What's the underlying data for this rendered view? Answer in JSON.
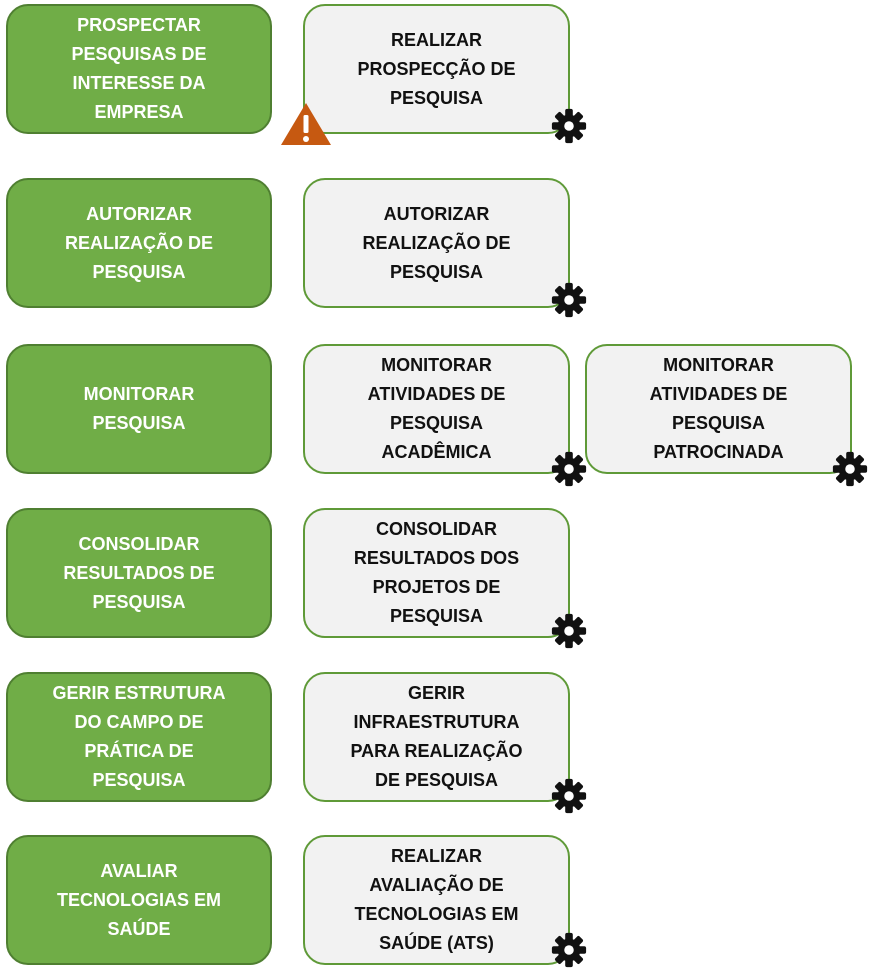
{
  "colors": {
    "process_fill": "#70ad47",
    "process_border": "#4f7f31",
    "activity_fill": "#f2f2f2",
    "activity_border": "#5f9a38",
    "warning": "#c65911"
  },
  "rows": [
    {
      "process": "PROSPECTAR\nPESQUISAS DE\nINTERESSE DA\nEMPRESA",
      "activities": [
        "REALIZAR\nPROSPECÇÃO DE\nPESQUISA"
      ],
      "warning_icon": "warning-triangle-icon"
    },
    {
      "process": "AUTORIZAR\nREALIZAÇÃO DE\nPESQUISA",
      "activities": [
        "AUTORIZAR\nREALIZAÇÃO DE\nPESQUISA"
      ]
    },
    {
      "process": "MONITORAR\nPESQUISA",
      "activities": [
        "MONITORAR\nATIVIDADES DE\nPESQUISA\nACADÊMICA",
        "MONITORAR\nATIVIDADES DE\nPESQUISA\nPATROCINADA"
      ]
    },
    {
      "process": "CONSOLIDAR\nRESULTADOS DE\nPESQUISA",
      "activities": [
        "CONSOLIDAR\nRESULTADOS DOS\nPROJETOS DE\nPESQUISA"
      ]
    },
    {
      "process": "GERIR ESTRUTURA\nDO CAMPO DE\nPRÁTICA DE\nPESQUISA",
      "activities": [
        "GERIR\nINFRAESTRUTURA\nPARA REALIZAÇÃO\nDE PESQUISA"
      ]
    },
    {
      "process": "AVALIAR\nTECNOLOGIAS EM\nSAÚDE",
      "activities": [
        "REALIZAR\nAVALIAÇÃO DE\nTECNOLOGIAS EM\nSAÚDE (ATS)"
      ]
    }
  ],
  "activity_icon": "gear-icon"
}
